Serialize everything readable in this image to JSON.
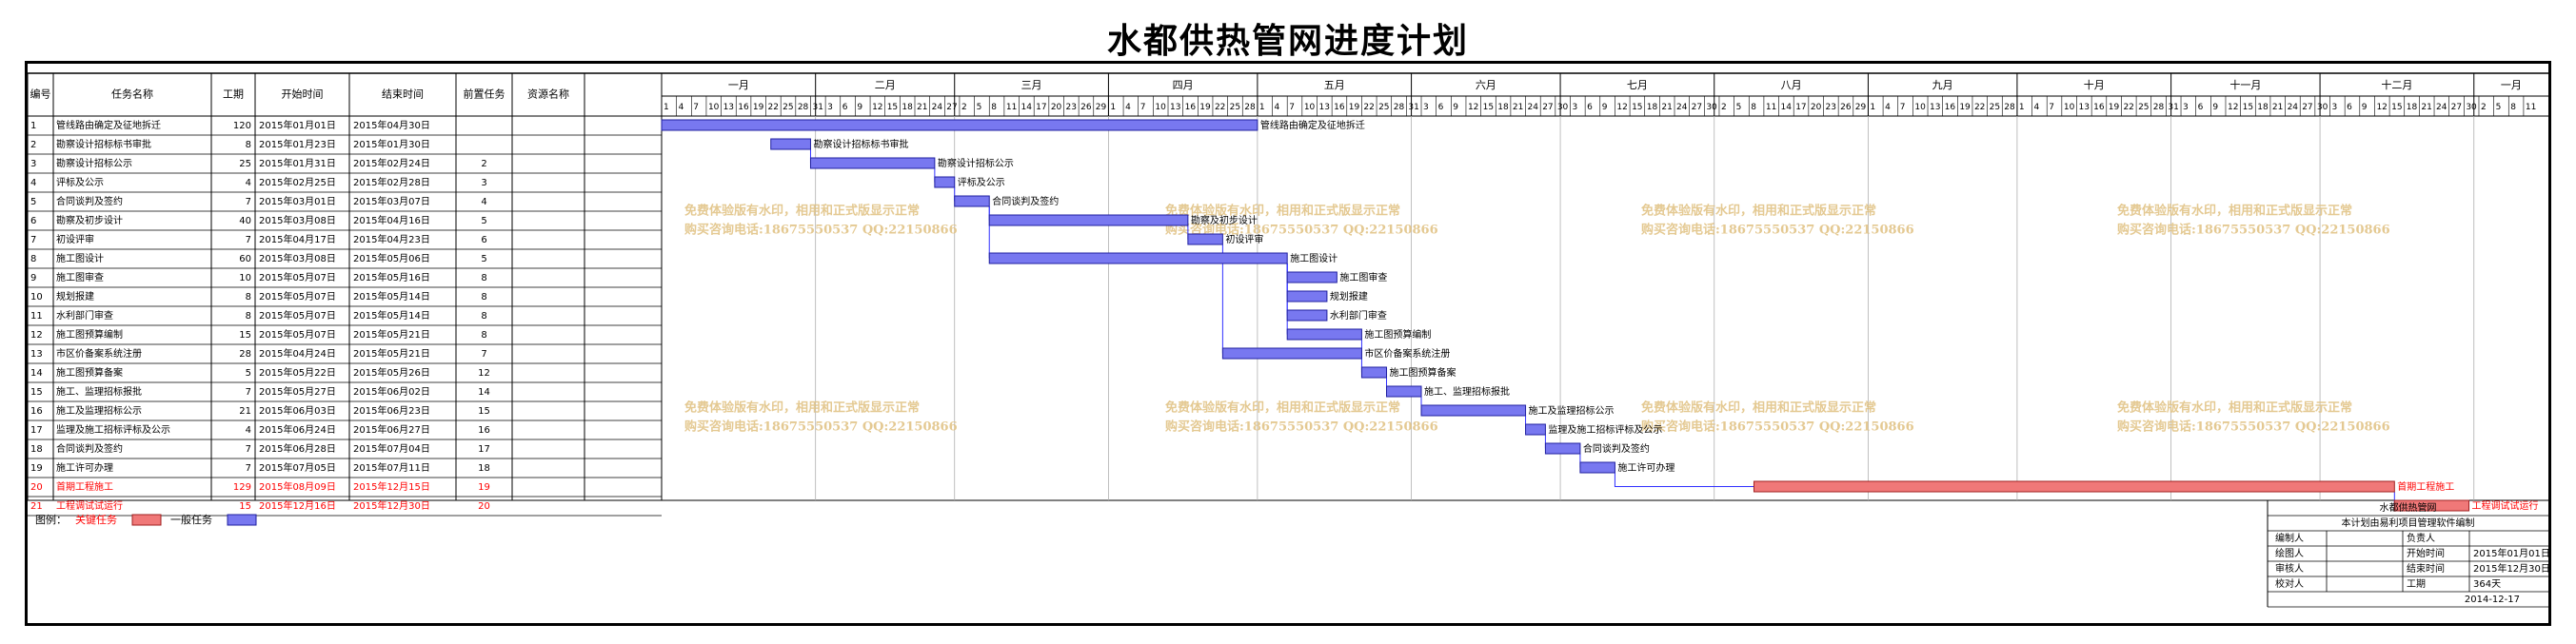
{
  "title": "水都供热管网进度计划",
  "columns": [
    "编号",
    "任务名称",
    "工期",
    "开始时间",
    "结束时间",
    "前置任务",
    "资源名称"
  ],
  "months": [
    "一月",
    "二月",
    "三月",
    "四月",
    "五月",
    "六月",
    "七月",
    "八月",
    "九月",
    "十月",
    "十一月",
    "十二月",
    "一月"
  ],
  "day_ticks": [
    [
      "1",
      "4",
      "7",
      "10",
      "13",
      "16",
      "19",
      "22",
      "25",
      "28",
      "31"
    ],
    [
      "3",
      "6",
      "9",
      "12",
      "15",
      "18",
      "21",
      "24",
      "27"
    ],
    [
      "2",
      "5",
      "8",
      "11",
      "14",
      "17",
      "20",
      "23",
      "26",
      "29"
    ],
    [
      "1",
      "4",
      "7",
      "10",
      "13",
      "16",
      "19",
      "22",
      "25",
      "28"
    ],
    [
      "1",
      "4",
      "7",
      "10",
      "13",
      "16",
      "19",
      "22",
      "25",
      "28",
      "31"
    ],
    [
      "3",
      "6",
      "9",
      "12",
      "15",
      "18",
      "21",
      "24",
      "27",
      "30"
    ],
    [
      "3",
      "6",
      "9",
      "12",
      "15",
      "18",
      "21",
      "24",
      "27",
      "30"
    ],
    [
      "2",
      "5",
      "8",
      "11",
      "14",
      "17",
      "20",
      "23",
      "26",
      "29"
    ],
    [
      "1",
      "4",
      "7",
      "10",
      "13",
      "16",
      "19",
      "22",
      "25",
      "28"
    ],
    [
      "1",
      "4",
      "7",
      "10",
      "13",
      "16",
      "19",
      "22",
      "25",
      "28",
      "31"
    ],
    [
      "3",
      "6",
      "9",
      "12",
      "15",
      "18",
      "21",
      "24",
      "27",
      "30"
    ],
    [
      "3",
      "6",
      "9",
      "12",
      "15",
      "18",
      "21",
      "24",
      "27",
      "30"
    ],
    [
      "2",
      "5",
      "8",
      "11"
    ]
  ],
  "tasks": [
    {
      "id": "1",
      "name": "管线路由确定及征地拆迁",
      "dur": "120",
      "start": "2015年01月01日",
      "end": "2015年04月30日",
      "pred": "",
      "critical": false,
      "s": 0,
      "e": 120
    },
    {
      "id": "2",
      "name": "勘察设计招标标书审批",
      "dur": "8",
      "start": "2015年01月23日",
      "end": "2015年01月30日",
      "pred": "",
      "critical": false,
      "s": 22,
      "e": 30
    },
    {
      "id": "3",
      "name": "勘察设计招标公示",
      "dur": "25",
      "start": "2015年01月31日",
      "end": "2015年02月24日",
      "pred": "2",
      "critical": false,
      "s": 30,
      "e": 55
    },
    {
      "id": "4",
      "name": "评标及公示",
      "dur": "4",
      "start": "2015年02月25日",
      "end": "2015年02月28日",
      "pred": "3",
      "critical": false,
      "s": 55,
      "e": 59
    },
    {
      "id": "5",
      "name": "合同谈判及签约",
      "dur": "7",
      "start": "2015年03月01日",
      "end": "2015年03月07日",
      "pred": "4",
      "critical": false,
      "s": 59,
      "e": 66
    },
    {
      "id": "6",
      "name": "勘察及初步设计",
      "dur": "40",
      "start": "2015年03月08日",
      "end": "2015年04月16日",
      "pred": "5",
      "critical": false,
      "s": 66,
      "e": 106
    },
    {
      "id": "7",
      "name": "初设评审",
      "dur": "7",
      "start": "2015年04月17日",
      "end": "2015年04月23日",
      "pred": "6",
      "critical": false,
      "s": 106,
      "e": 113
    },
    {
      "id": "8",
      "name": "施工图设计",
      "dur": "60",
      "start": "2015年03月08日",
      "end": "2015年05月06日",
      "pred": "5",
      "critical": false,
      "s": 66,
      "e": 126
    },
    {
      "id": "9",
      "name": "施工图审查",
      "dur": "10",
      "start": "2015年05月07日",
      "end": "2015年05月16日",
      "pred": "8",
      "critical": false,
      "s": 126,
      "e": 136
    },
    {
      "id": "10",
      "name": "规划报建",
      "dur": "8",
      "start": "2015年05月07日",
      "end": "2015年05月14日",
      "pred": "8",
      "critical": false,
      "s": 126,
      "e": 134
    },
    {
      "id": "11",
      "name": "水利部门审查",
      "dur": "8",
      "start": "2015年05月07日",
      "end": "2015年05月14日",
      "pred": "8",
      "critical": false,
      "s": 126,
      "e": 134
    },
    {
      "id": "12",
      "name": "施工图预算编制",
      "dur": "15",
      "start": "2015年05月07日",
      "end": "2015年05月21日",
      "pred": "8",
      "critical": false,
      "s": 126,
      "e": 141
    },
    {
      "id": "13",
      "name": "市区价备案系统注册",
      "dur": "28",
      "start": "2015年04月24日",
      "end": "2015年05月21日",
      "pred": "7",
      "critical": false,
      "s": 113,
      "e": 141
    },
    {
      "id": "14",
      "name": "施工图预算备案",
      "dur": "5",
      "start": "2015年05月22日",
      "end": "2015年05月26日",
      "pred": "12",
      "critical": false,
      "s": 141,
      "e": 146
    },
    {
      "id": "15",
      "name": "施工、监理招标报批",
      "dur": "7",
      "start": "2015年05月27日",
      "end": "2015年06月02日",
      "pred": "14",
      "critical": false,
      "s": 146,
      "e": 153
    },
    {
      "id": "16",
      "name": "施工及监理招标公示",
      "dur": "21",
      "start": "2015年06月03日",
      "end": "2015年06月23日",
      "pred": "15",
      "critical": false,
      "s": 153,
      "e": 174
    },
    {
      "id": "17",
      "name": "监理及施工招标评标及公示",
      "dur": "4",
      "start": "2015年06月24日",
      "end": "2015年06月27日",
      "pred": "16",
      "critical": false,
      "s": 174,
      "e": 178
    },
    {
      "id": "18",
      "name": "合同谈判及签约",
      "dur": "7",
      "start": "2015年06月28日",
      "end": "2015年07月04日",
      "pred": "17",
      "critical": false,
      "s": 178,
      "e": 185
    },
    {
      "id": "19",
      "name": "施工许可办理",
      "dur": "7",
      "start": "2015年07月05日",
      "end": "2015年07月11日",
      "pred": "18",
      "critical": false,
      "s": 185,
      "e": 192
    },
    {
      "id": "20",
      "name": "首期工程施工",
      "dur": "129",
      "start": "2015年08月09日",
      "end": "2015年12月15日",
      "pred": "19",
      "critical": true,
      "s": 220,
      "e": 349
    },
    {
      "id": "21",
      "name": "工程调试试运行",
      "dur": "15",
      "start": "2015年12月16日",
      "end": "2015年12月30日",
      "pred": "20",
      "critical": true,
      "s": 349,
      "e": 364
    }
  ],
  "bar_labels": [
    "管线路由确定及征地拆迁",
    "勘察设计招标标书审批",
    "勘察设计招标公示",
    "评标及公示",
    "合同谈判及签约",
    "勘察及初步设计",
    "初设评审",
    "施工图设计",
    "施工图审查",
    "规划报建",
    "水利部门审查",
    "施工图预算编制",
    "市区价备案系统注册",
    "施工图预算备案",
    "施工、监理招标报批",
    "施工及监理招标公示",
    "监理及施工招标评标及公示",
    "合同谈判及签约",
    "施工许可办理",
    "首期工程施工",
    "工程调试试运行"
  ],
  "watermark": {
    "line1": "免费体验版有水印，相用和正式版显示正常",
    "line2": "购买咨询电话:18675550537 QQ:22150866"
  },
  "legend": {
    "label": "图例：",
    "critical": "关键任务",
    "normal": "一般任务"
  },
  "info": {
    "company": "水都供热管网",
    "note": "本计划由易利项目管理软件编制",
    "rows": [
      {
        "l1": "编制人",
        "v1": "",
        "l2": "负责人",
        "v2": ""
      },
      {
        "l1": "绘图人",
        "v1": "",
        "l2": "开始时间",
        "v2": "2015年01月01日"
      },
      {
        "l1": "审核人",
        "v1": "",
        "l2": "结束时间",
        "v2": "2015年12月30日"
      },
      {
        "l1": "校对人",
        "v1": "",
        "l2": "工期",
        "v2": "364天"
      }
    ],
    "date": "2014-12-17"
  },
  "colors": {
    "normal_bar": "#7878f0",
    "critical_bar": "#f07878",
    "critical_text": "#ff0000",
    "link": "#3030ff",
    "watermark": "#e0c080"
  }
}
